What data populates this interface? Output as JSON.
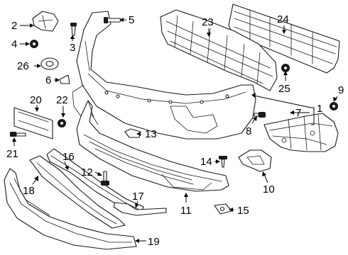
{
  "callouts": {
    "c1": "1",
    "c2": "2",
    "c3": "3",
    "c4": "4",
    "c5": "5",
    "c6": "6",
    "c7": "7",
    "c8": "8",
    "c9": "9",
    "c10": "10",
    "c11": "11",
    "c12": "12",
    "c13": "13",
    "c14": "14",
    "c15": "15",
    "c16": "16",
    "c17": "17",
    "c18": "18",
    "c19": "19",
    "c20": "20",
    "c21": "21",
    "c22": "22",
    "c23": "23",
    "c24": "24",
    "c25": "25",
    "c26": "26"
  },
  "colors": {
    "line": "#1a1a1a",
    "background": "#ffffff"
  }
}
